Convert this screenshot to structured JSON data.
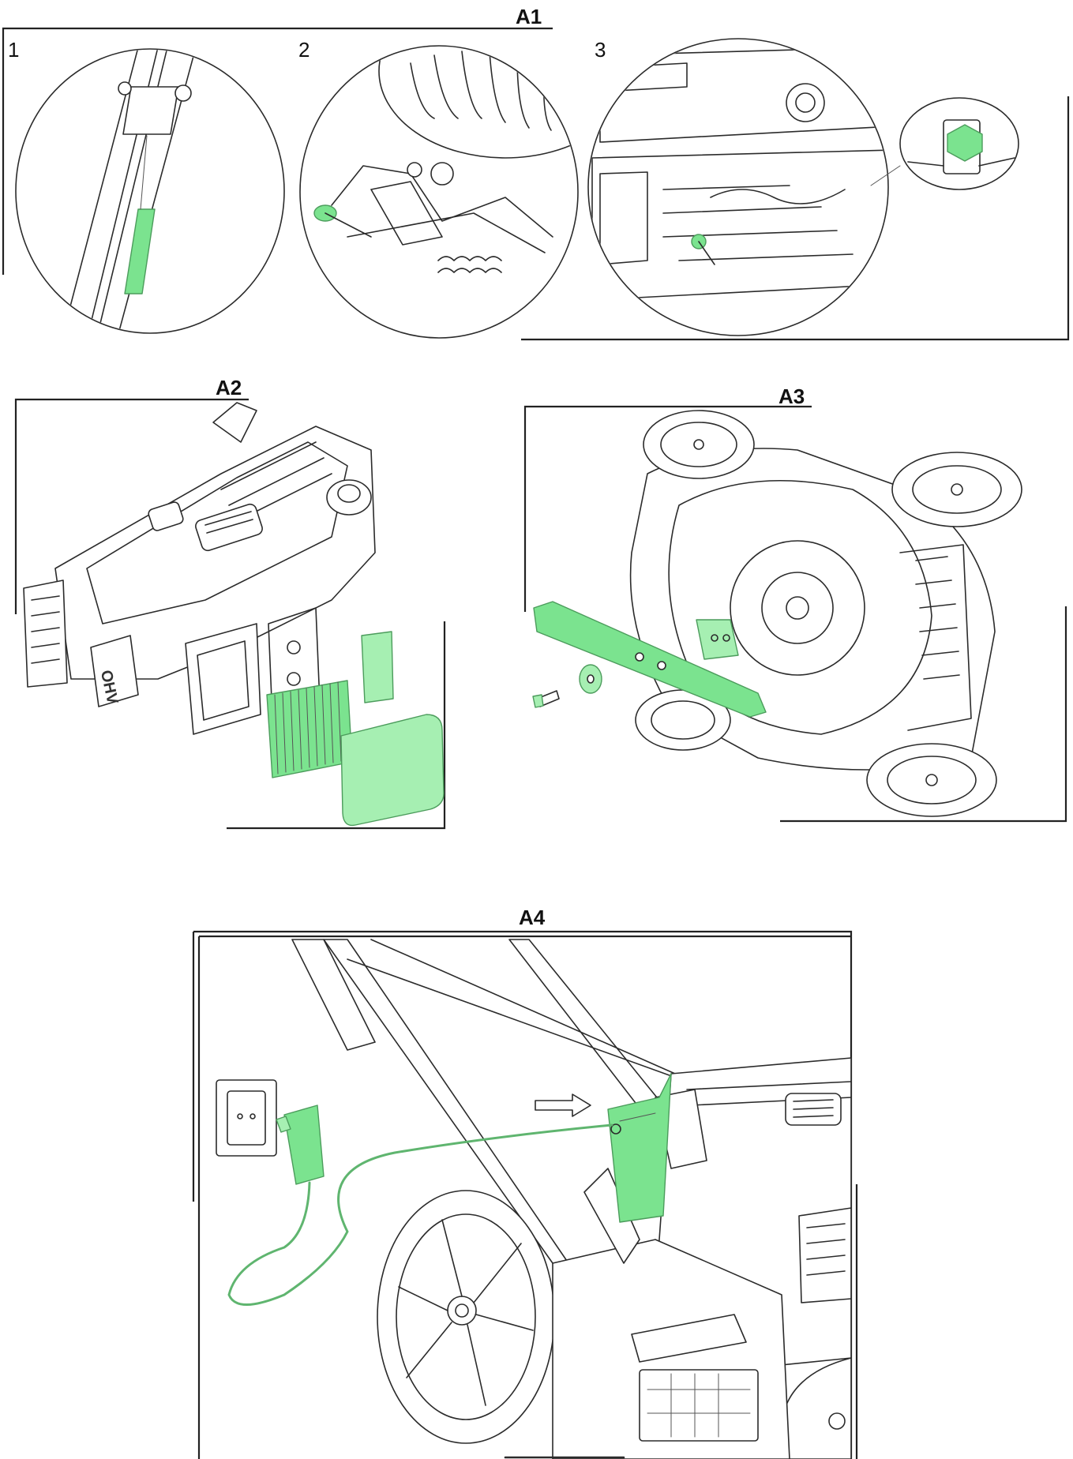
{
  "panels": {
    "a1": {
      "label": "A1",
      "steps": [
        "1",
        "2",
        "3"
      ]
    },
    "a2": {
      "label": "A2",
      "engine_mark": "OHV"
    },
    "a3": {
      "label": "A3"
    },
    "a4": {
      "label": "A4"
    }
  },
  "colors": {
    "highlight": "#7be38f",
    "highlight_stroke": "#4c9c5c",
    "line": "#2b2b2b"
  },
  "icons": [
    "throttle-cable-icon",
    "choke-lever-icon",
    "spark-plug-icon",
    "air-filter-icon",
    "blade-icon",
    "charger-icon",
    "battery-icon"
  ]
}
